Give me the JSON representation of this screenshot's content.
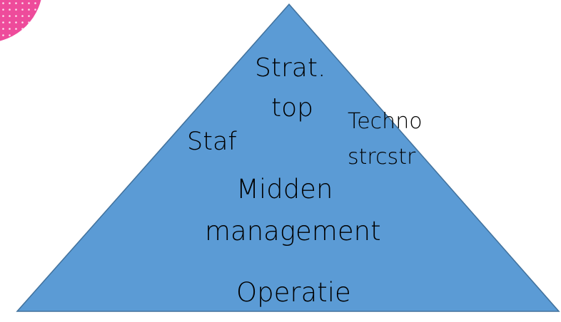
{
  "colors": {
    "pyramid_fill": "#5b9bd5",
    "pyramid_stroke": "#41719c",
    "corner_decoration": "#ee4b9b",
    "text": "#000000"
  },
  "icons": {
    "corner": "dotted-pink-circle-decoration"
  },
  "pyramid": {
    "strategic_top": [
      "Strat.",
      "top"
    ],
    "staff": "Staf",
    "technostructure": [
      "Techno",
      "strcstr"
    ],
    "middle_management": [
      "Midden",
      "management"
    ],
    "operations": "Operatie"
  }
}
